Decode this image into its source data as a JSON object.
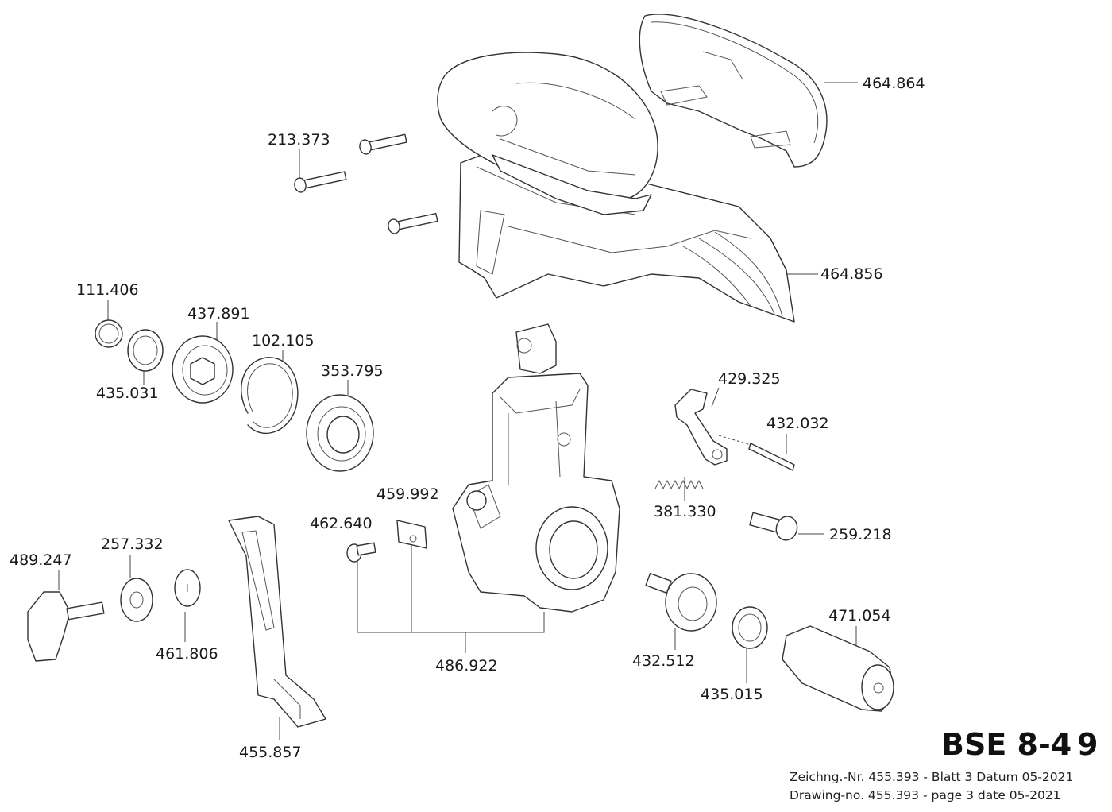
{
  "title": {
    "model": "BSE 8-4",
    "sheet_number": "9"
  },
  "info_lines": [
    "Zeichng.-Nr. 455.393 - Blatt 3  Datum 05-2021",
    "Drawing-no. 455.393 - page 3  date  05-2021"
  ],
  "parts": [
    "464.864",
    "213.373",
    "464.856",
    "111.406",
    "437.891",
    "102.105",
    "353.795",
    "435.031",
    "429.325",
    "432.032",
    "381.330",
    "459.992",
    "462.640",
    "259.218",
    "257.332",
    "489.247",
    "471.054",
    "461.806",
    "432.512",
    "486.922",
    "435.015",
    "455.857"
  ]
}
